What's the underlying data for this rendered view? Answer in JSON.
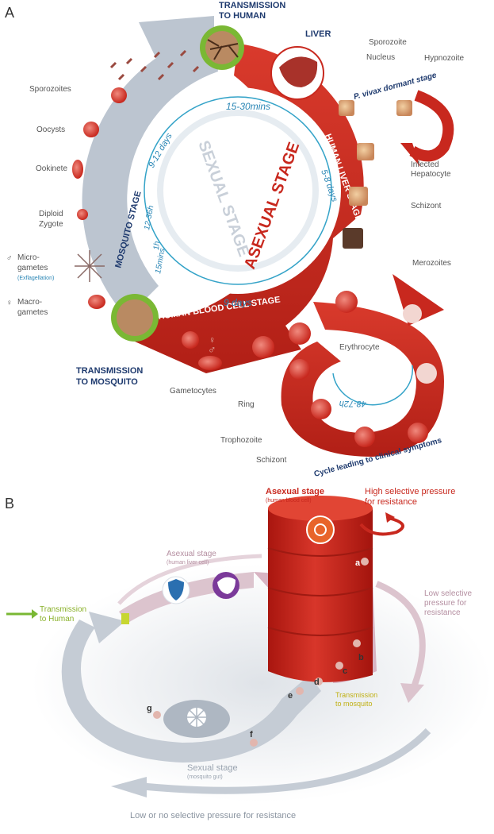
{
  "panelA": {
    "letter": "A",
    "transmission_human": [
      "TRANSMISSION",
      "TO HUMAN"
    ],
    "transmission_mosquito": [
      "TRANSMISSION",
      "TO MOSQUITO"
    ],
    "liver": "LIVER",
    "vivax": "P. vivax dormant stage",
    "sexual_stage": "SEXUAL STAGE",
    "asexual_stage": "ASEXUAL STAGE",
    "mosquito_stage": "MOSQUITO STAGE",
    "liver_stage": "HUMAN LIVER STAGE",
    "blood_stage": "HUMAN BLOOD CELL STAGE",
    "times": {
      "t1": "15-30mins",
      "t2": "9-12 days",
      "t3": "12-36h",
      "t4": "1h",
      "t5": "15mins",
      "t6": "5-8 days",
      "t7": "9 days",
      "t8": "48-72h"
    },
    "left_labels": [
      "Sporozoites",
      "Oocysts",
      "Ookinete",
      "Diploid",
      "Zygote"
    ],
    "micro": [
      "Micro-",
      "gametes",
      "(Exflagellation)"
    ],
    "macro": [
      "Macro-",
      "gametes"
    ],
    "right_labels": {
      "sporozoite": "Sporozoite",
      "nucleus": "Nucleus",
      "hypnozoite": "Hypnozoite",
      "infected": [
        "Infected",
        "Hepatocyte"
      ],
      "schizont": "Schizont",
      "merozoites": "Merozoites",
      "erythrocyte": "Erythrocyte",
      "gametocytes": "Gametocytes",
      "ring": "Ring",
      "trophozoite": "Trophozoite",
      "schizont2": "Schizont"
    },
    "cycle": "Cycle leading to clinical symptoms",
    "gender": {
      "male": "♂",
      "female": "♀"
    }
  },
  "panelB": {
    "letter": "B",
    "asexual_blood": "Asexual stage",
    "asexual_blood_sub": "(human blood cell)",
    "high_pressure": [
      "High selective pressure",
      "for resistance"
    ],
    "asexual_liver": "Asexual stage",
    "asexual_liver_sub": "(human liver cell)",
    "low_pressure": [
      "Low selective",
      "pressure for",
      "resistance"
    ],
    "transmission_human": [
      "Transmission",
      "to Human"
    ],
    "transmission_mosquito": [
      "Transmission",
      "to mosquito"
    ],
    "sexual_stage": "Sexual stage",
    "sexual_sub": "(mosquito gut)",
    "bottom": "Low or no selective pressure for resistance",
    "letters": [
      "a",
      "b",
      "c",
      "d",
      "e",
      "f",
      "g"
    ]
  },
  "colors": {
    "red": "#c8281e",
    "dark_red": "#9e1a12",
    "blue": "#2a6fb0",
    "navy": "#1e3a6e",
    "grey": "#b9c3cf",
    "green": "#7ab834",
    "cyan": "#34a3c8"
  }
}
